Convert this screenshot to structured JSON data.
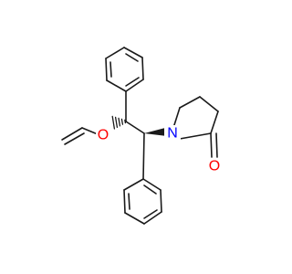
{
  "molecule": {
    "atoms": [
      {
        "id": "O_ether",
        "symbol": "O",
        "color": "#ff0000"
      },
      {
        "id": "N_ring",
        "symbol": "N",
        "color": "#0000ff"
      },
      {
        "id": "O_carbonyl",
        "symbol": "O",
        "color": "#ff0000"
      }
    ]
  },
  "colors": {
    "bond": "#1a1a1a",
    "oxygen": "#ff0000",
    "nitrogen": "#0000ff",
    "background": "#ffffff"
  }
}
